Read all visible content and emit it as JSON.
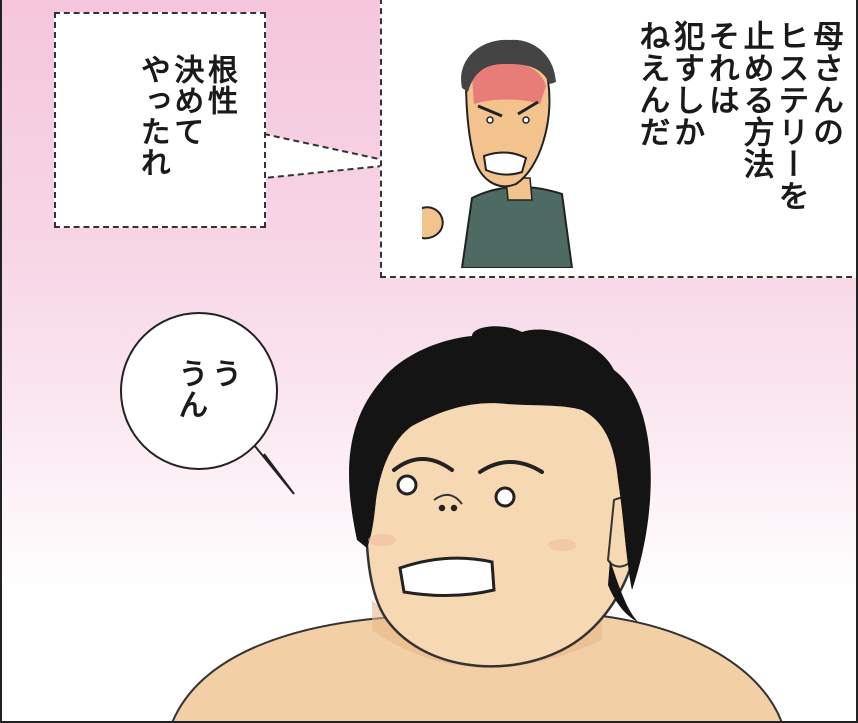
{
  "panel": {
    "caption_lines": [
      "母さんの",
      "ヒステリーを",
      "止める方法",
      "それは",
      "犯すしか",
      "ねえんだ"
    ],
    "thought_lines": [
      "根性",
      "決めて",
      "やったれ"
    ],
    "speech_lines": [
      "う",
      "うん"
    ]
  },
  "colors": {
    "background_top": "#f6c6dc",
    "background_bottom": "#ffffff",
    "skin": "#f6d9b2",
    "hair": "#141414",
    "shirt": "#4d6b62",
    "anger_flush": "#e04466"
  },
  "characters": [
    {
      "name": "father-figure",
      "icon": "angry-man-thinking"
    },
    {
      "name": "young-man",
      "icon": "determined-face"
    }
  ]
}
